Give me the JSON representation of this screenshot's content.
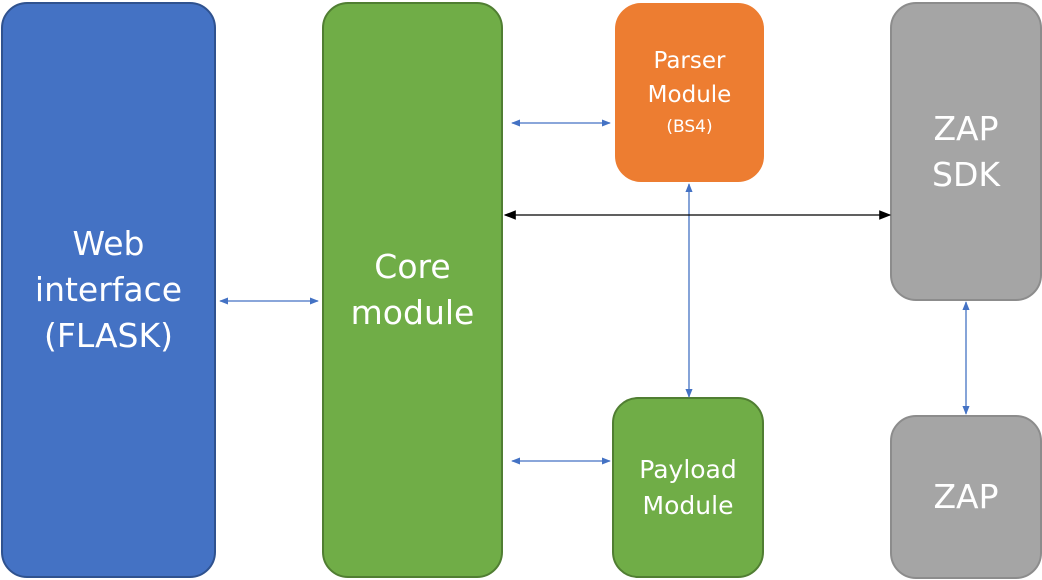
{
  "nodes": {
    "web": {
      "lines": [
        "Web",
        "interface",
        "(FLASK)"
      ],
      "color": "#4472c4"
    },
    "core": {
      "lines": [
        "Core",
        "module"
      ],
      "color": "#70ad47"
    },
    "parser": {
      "line1": "Parser",
      "line2": "Module",
      "sub": "(BS4)",
      "color": "#ed7d31"
    },
    "payload": {
      "lines": [
        "Payload",
        "Module"
      ],
      "color": "#70ad47"
    },
    "zapsdk": {
      "lines": [
        "ZAP",
        "SDK"
      ],
      "color": "#a5a5a5"
    },
    "zap": {
      "lines": [
        "ZAP"
      ],
      "color": "#a5a5a5"
    }
  },
  "connectors": {
    "blue_color": "#4472c4",
    "black_color": "#000000"
  }
}
